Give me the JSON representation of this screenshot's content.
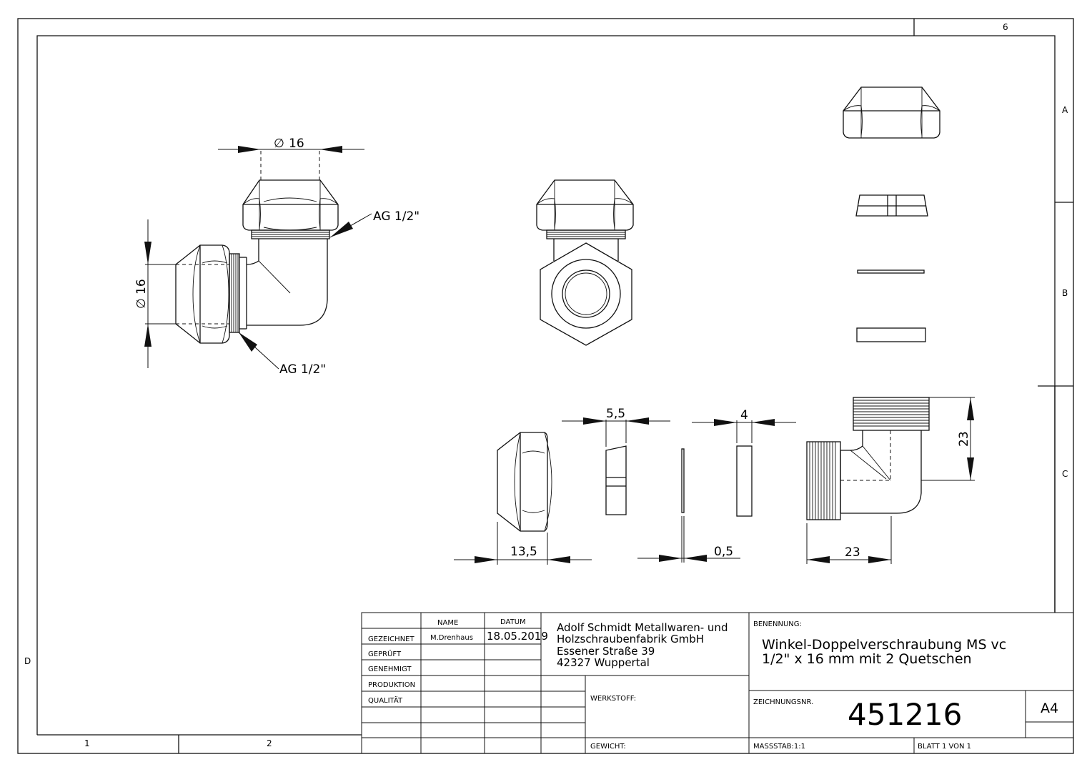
{
  "frame": {
    "zone_top": "6",
    "zones_right": [
      "A",
      "B",
      "C"
    ],
    "zone_left": "D",
    "zones_bottom": [
      "1",
      "2"
    ]
  },
  "dimensions": {
    "dia_top": "16",
    "dia_left": "16",
    "thread_top": "AG 1/2\"",
    "thread_left": "AG 1/2\"",
    "nut_width": "13,5",
    "cone_width": "5,5",
    "washer_width": "0,5",
    "ring_width": "4",
    "elbow_height": "23",
    "elbow_width": "23",
    "diameter_symbol": "∅"
  },
  "title_block": {
    "col_name": "NAME",
    "col_date": "DATUM",
    "rows": [
      "GEZEICHNET",
      "GEPRÜFT",
      "GENEHMIGT",
      "PRODUKTION",
      "QUALITÄT"
    ],
    "drawn_by": "M.Drenhaus",
    "drawn_date": "18.05.2019",
    "company": [
      "Adolf Schmidt Metallwaren- und",
      "Holzschraubenfabrik GmbH",
      "Essener Straße 39",
      "42327 Wuppertal"
    ],
    "benennung_label": "BENENNUNG:",
    "title": [
      "Winkel-Doppelverschraubung MS vc",
      "1/2\" x 16 mm mit 2 Quetschen"
    ],
    "werkstoff_label": "WERKSTOFF:",
    "drawing_no_label": "ZEICHNUNGSNR.",
    "drawing_no": "451216",
    "format": "A4",
    "gewicht_label": "GEWICHT:",
    "scale": "MASSSTAB:1:1",
    "sheet": "BLATT 1 VON 1"
  }
}
